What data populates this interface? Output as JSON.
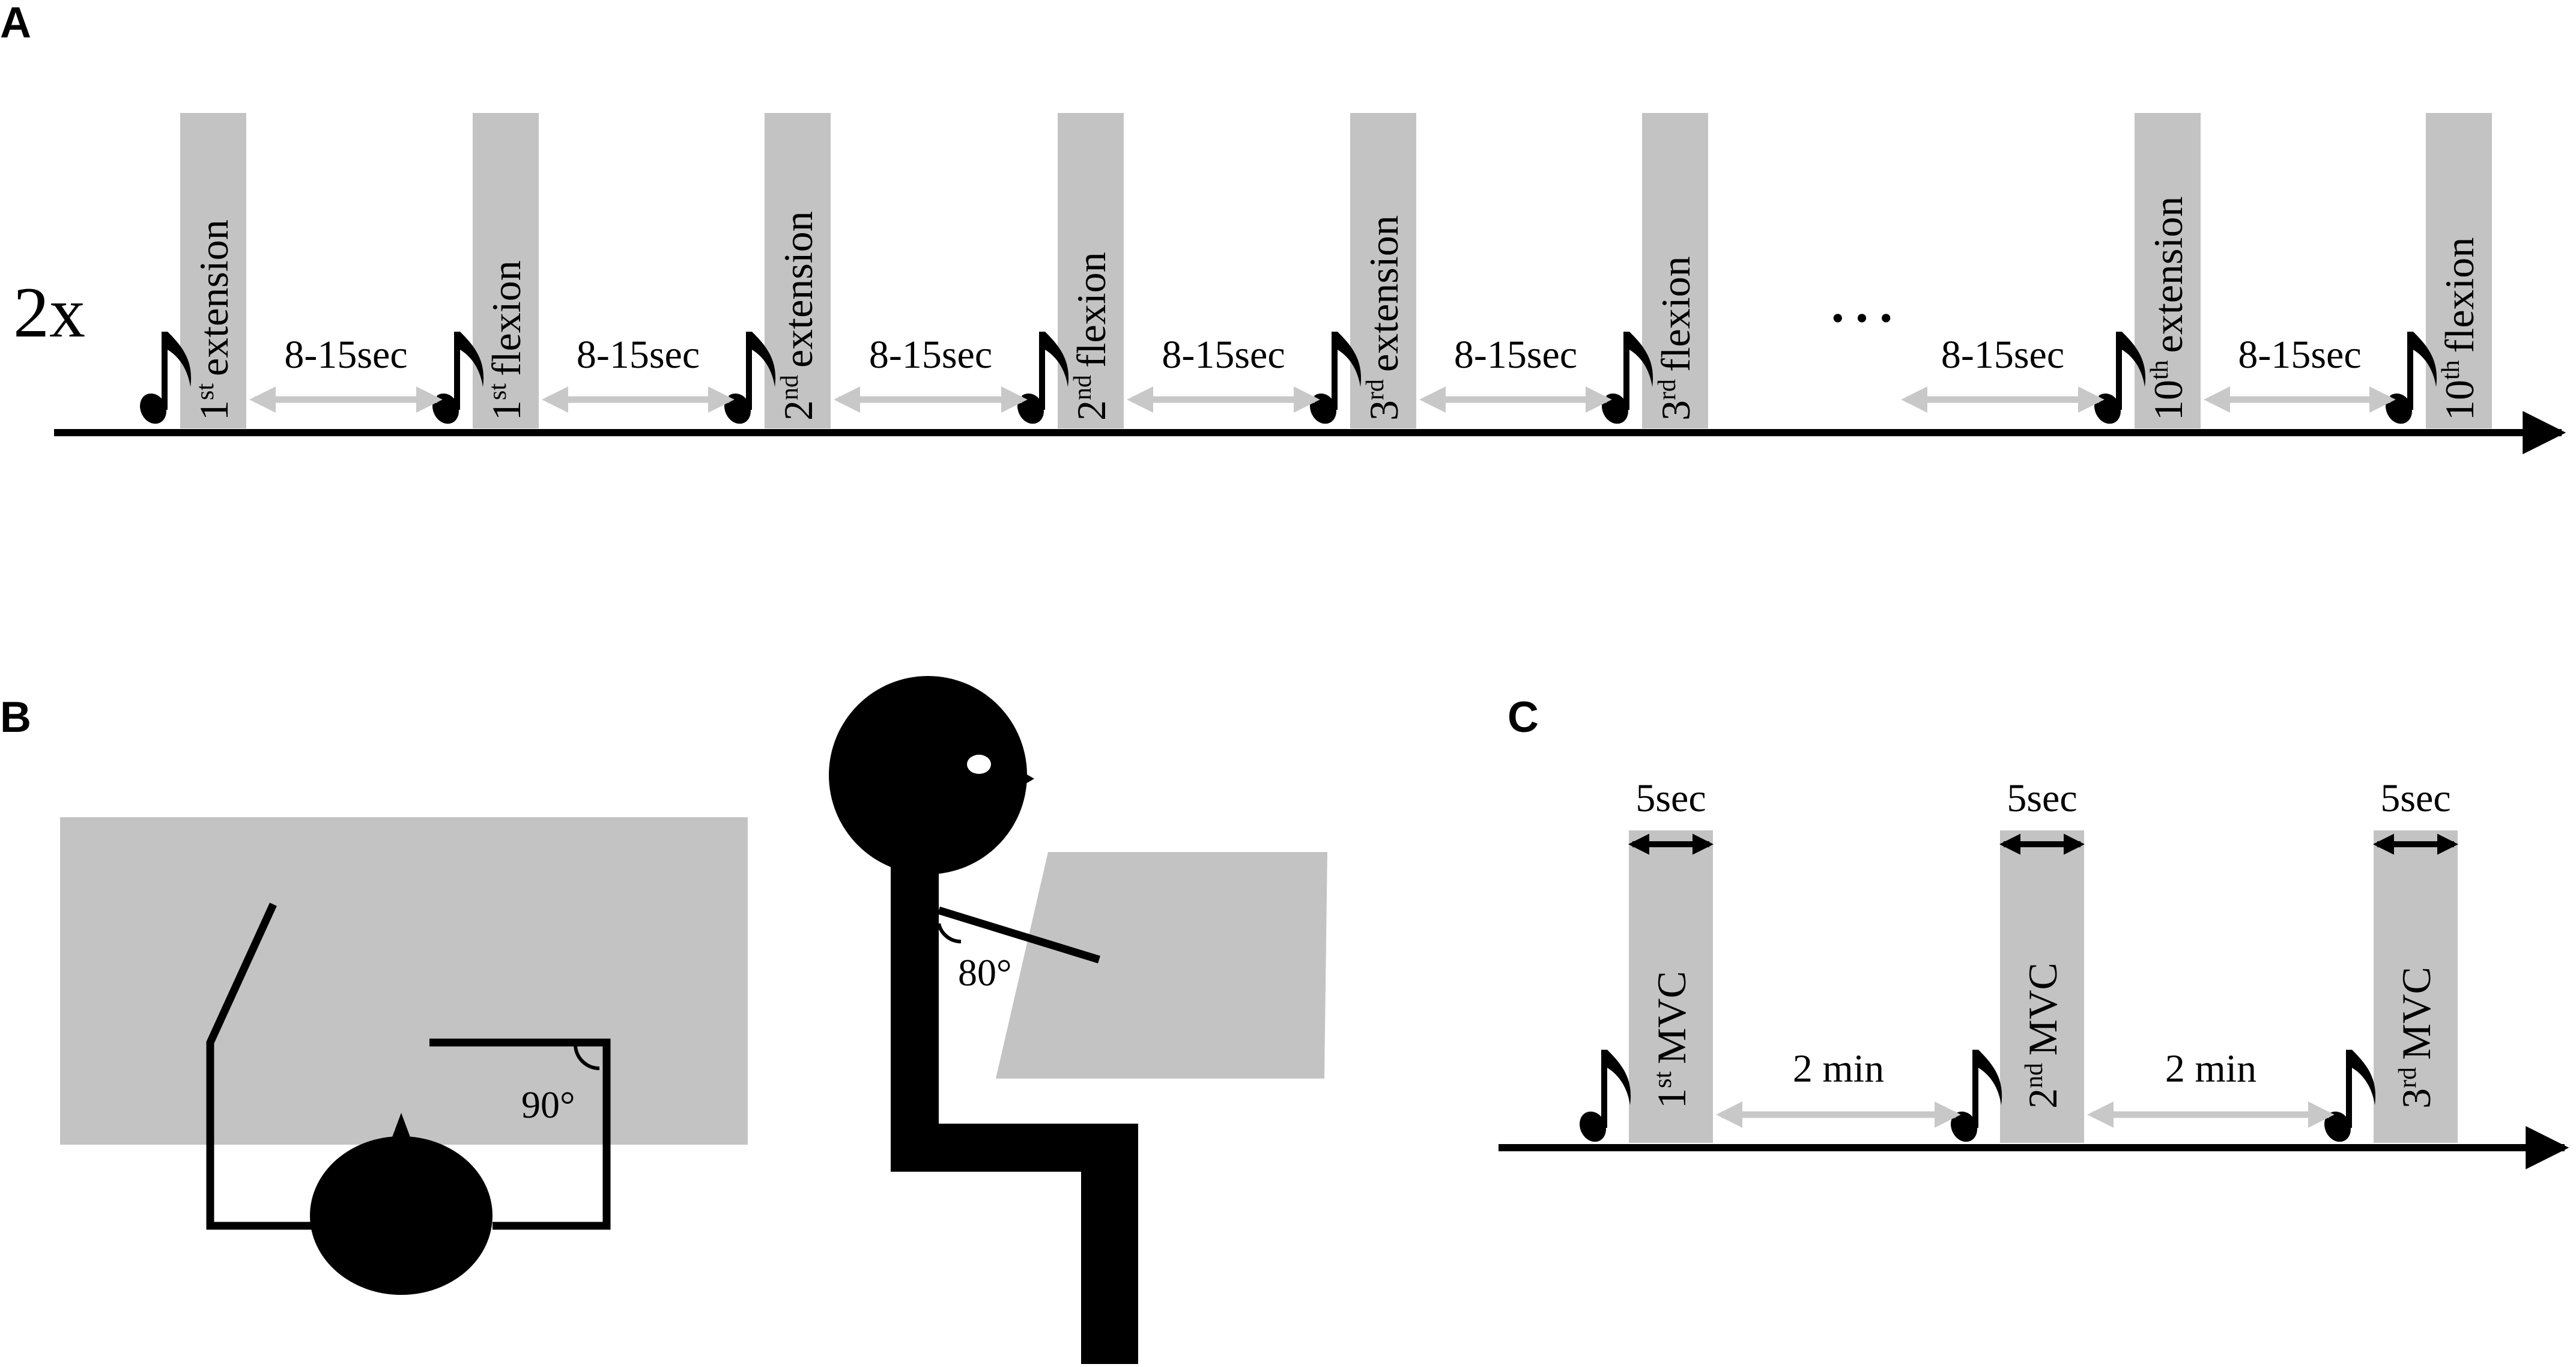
{
  "panel_a": {
    "letter": "A",
    "repeat_label": "2x",
    "ellipsis": "…",
    "stimuli": [
      {
        "ordinal": "1",
        "suffix": "st",
        "movement": "extension"
      },
      {
        "ordinal": "1",
        "suffix": "st",
        "movement": "flexion"
      },
      {
        "ordinal": "2",
        "suffix": "nd",
        "movement": "extension"
      },
      {
        "ordinal": "2",
        "suffix": "nd",
        "movement": "flexion"
      },
      {
        "ordinal": "3",
        "suffix": "rd",
        "movement": "extension"
      },
      {
        "ordinal": "3",
        "suffix": "rd",
        "movement": "flexion"
      },
      {
        "ordinal": "10",
        "suffix": "th",
        "movement": "extension"
      },
      {
        "ordinal": "10",
        "suffix": "th",
        "movement": "flexion"
      }
    ],
    "intervals": [
      "8-15sec",
      "8-15sec",
      "8-15sec",
      "8-15sec",
      "8-15sec",
      "8-15sec",
      "8-15sec"
    ]
  },
  "panel_b": {
    "letter": "B",
    "top_view_angle": "90°",
    "side_view_angle": "80°"
  },
  "panel_c": {
    "letter": "C",
    "trials": [
      {
        "ordinal": "1",
        "suffix": "st",
        "label": "MVC",
        "duration": "5sec"
      },
      {
        "ordinal": "2",
        "suffix": "nd",
        "label": "MVC",
        "duration": "5sec"
      },
      {
        "ordinal": "3",
        "suffix": "rd",
        "label": "MVC",
        "duration": "5sec"
      }
    ],
    "rests": [
      "2 min",
      "2 min"
    ]
  },
  "colors": {
    "gray_fill": "#c3c3c3",
    "arrow_gray": "#c8c8c8",
    "black": "#000000"
  },
  "icons": {
    "cue": "eighth-note-icon",
    "interval": "double-arrow-icon",
    "duration": "black-double-arrow-icon"
  }
}
